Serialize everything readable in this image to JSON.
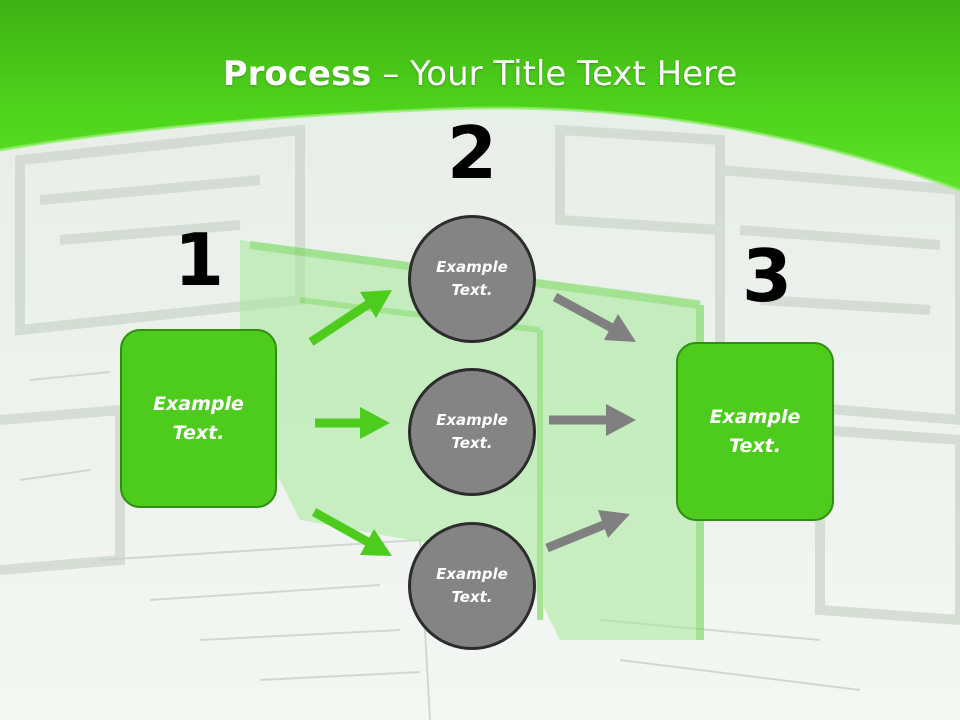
{
  "title": {
    "bold": "Process",
    "rest": " – Your Title Text Here"
  },
  "steps": {
    "one": "1",
    "two": "2",
    "three": "3"
  },
  "left_box": {
    "label": "Example\nText."
  },
  "circles": [
    {
      "label": "Example\nText."
    },
    {
      "label": "Example\nText."
    },
    {
      "label": "Example\nText."
    }
  ],
  "right_box": {
    "label": "Example\nText."
  },
  "colors": {
    "header_green": "#46d41a",
    "box_green": "#4ecc1e",
    "arrow_green": "#4ecc1e",
    "circle_gray": "#848484",
    "arrow_gray": "#808080"
  }
}
